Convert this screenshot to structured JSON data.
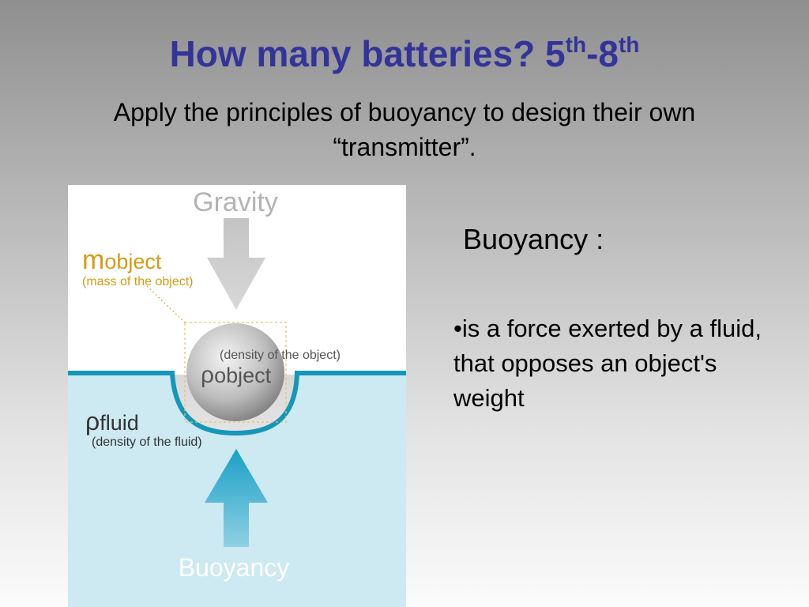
{
  "slide": {
    "title": {
      "text": "How many batteries? 5",
      "sup1": "th",
      "mid": "-8",
      "sup2": "th"
    },
    "subtitle": "Apply the principles of buoyancy to design their own “transmitter”.",
    "heading": "Buoyancy :",
    "bullet": "•is a force exerted by a fluid, that opposes an object's weight"
  },
  "diagram": {
    "gravity_label": "Gravity",
    "buoyancy_label": "Buoyancy",
    "m_symbol": "m",
    "m_subscript": "object",
    "m_desc": "(mass of the object)",
    "rho_obj_symbol": "ρ",
    "rho_obj_subscript": "object",
    "rho_obj_desc": "(density of the object)",
    "rho_fluid_symbol": "ρ",
    "rho_fluid_subscript": "fluid",
    "rho_fluid_desc": "(density of the fluid)",
    "colors": {
      "sky": "#ffffff",
      "water": "#cde9f1",
      "waterline": "#1597b9",
      "gravity_arrow": "#c9c9c9",
      "buoyancy_arrow": "#1ea7cb",
      "mass_label": "#d49b14",
      "text_gray": "#555555"
    }
  }
}
